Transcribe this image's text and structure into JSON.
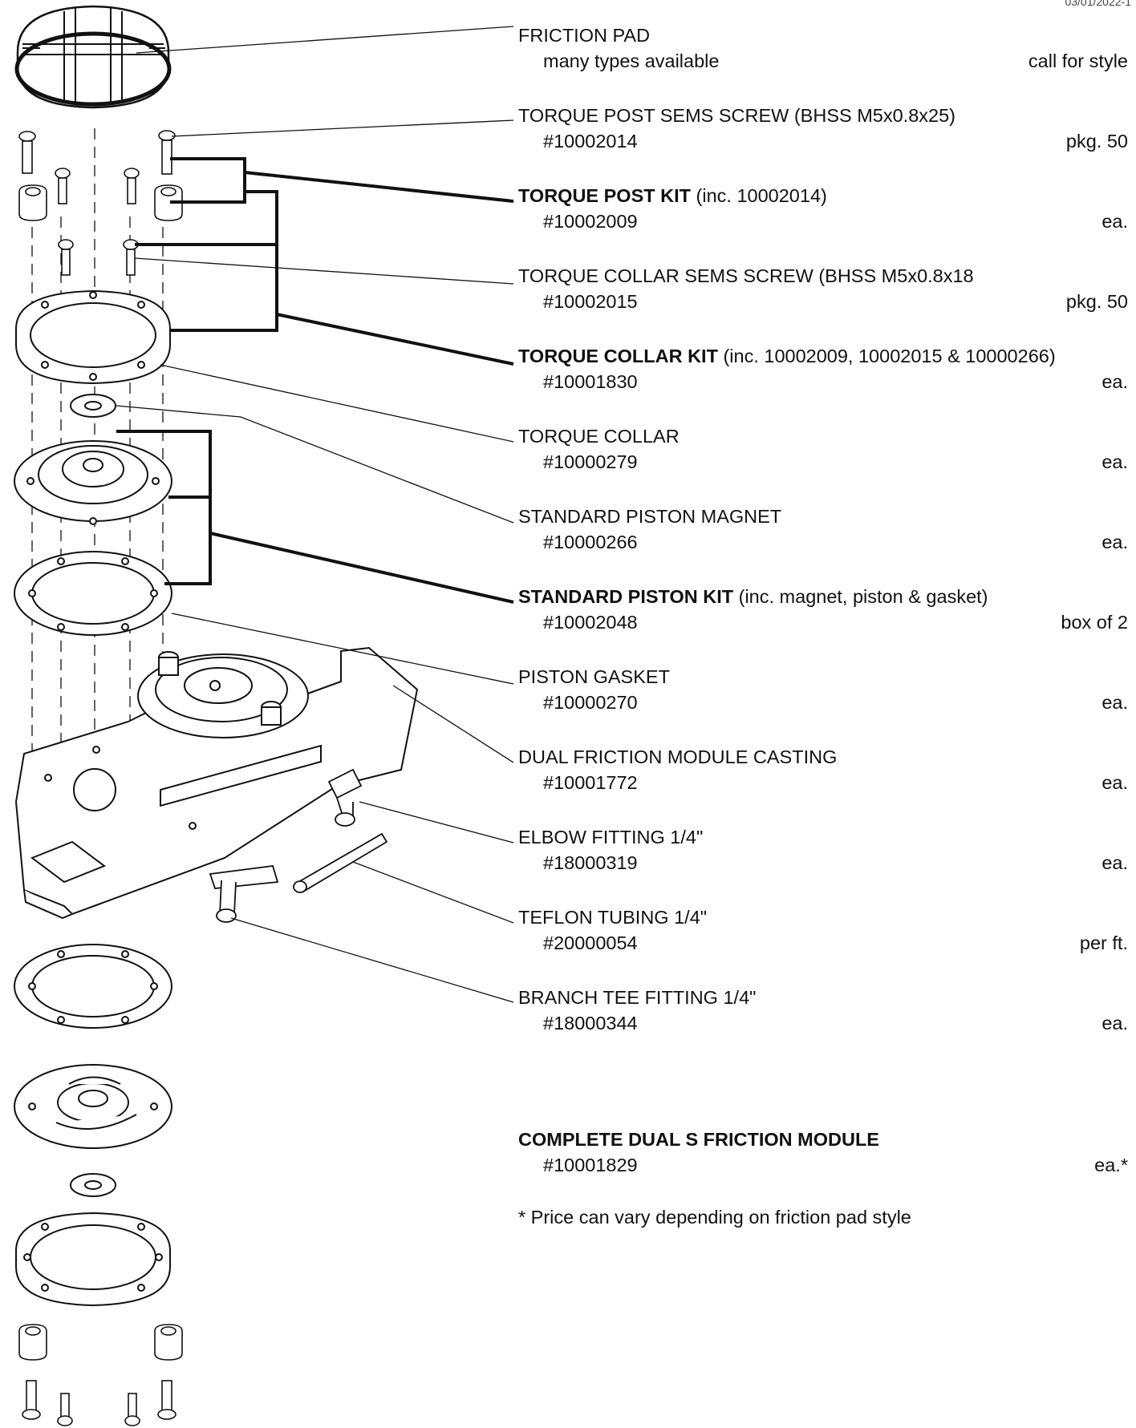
{
  "doc_code": "03/01/2022-1",
  "parts": [
    {
      "id": "friction-pad",
      "title": "FRICTION PAD",
      "title_bold": "",
      "detail": "many types available",
      "unit": "call for style"
    },
    {
      "id": "torque-post-sems-screw",
      "title": "TORQUE POST SEMS SCREW (BHSS M5x0.8x25)",
      "title_bold": "",
      "detail": "#10002014",
      "unit": "pkg. 50"
    },
    {
      "id": "torque-post-kit",
      "title": " (inc. 10002014)",
      "title_bold": "TORQUE POST KIT",
      "detail": "#10002009",
      "unit": "ea."
    },
    {
      "id": "torque-collar-sems-screw",
      "title": "TORQUE COLLAR SEMS SCREW (BHSS M5x0.8x18",
      "title_bold": "",
      "detail": "#10002015",
      "unit": "pkg. 50"
    },
    {
      "id": "torque-collar-kit",
      "title": " (inc. 10002009, 10002015 & 10000266)",
      "title_bold": "TORQUE COLLAR KIT",
      "detail": "#10001830",
      "unit": "ea."
    },
    {
      "id": "torque-collar",
      "title": "TORQUE COLLAR",
      "title_bold": "",
      "detail": "#10000279",
      "unit": "ea."
    },
    {
      "id": "standard-piston-magnet",
      "title": "STANDARD PISTON MAGNET",
      "title_bold": "",
      "detail": "#10000266",
      "unit": "ea."
    },
    {
      "id": "standard-piston-kit",
      "title": " (inc. magnet, piston & gasket)",
      "title_bold": "STANDARD PISTON KIT",
      "detail": "#10002048",
      "unit": "box of 2"
    },
    {
      "id": "piston-gasket",
      "title": "PISTON GASKET",
      "title_bold": "",
      "detail": "#10000270",
      "unit": "ea."
    },
    {
      "id": "dual-friction-module-casting",
      "title": "DUAL FRICTION MODULE CASTING",
      "title_bold": "",
      "detail": "#10001772",
      "unit": "ea."
    },
    {
      "id": "elbow-fitting",
      "title": "ELBOW FITTING 1/4\"",
      "title_bold": "",
      "detail": "#18000319",
      "unit": "ea."
    },
    {
      "id": "teflon-tubing",
      "title": "TEFLON TUBING 1/4\"",
      "title_bold": "",
      "detail": "#20000054",
      "unit": "per ft."
    },
    {
      "id": "branch-tee-fitting",
      "title": "BRANCH TEE FITTING 1/4\"",
      "title_bold": "",
      "detail": "#18000344",
      "unit": "ea."
    },
    {
      "id": "complete-module",
      "title": "",
      "title_bold": "COMPLETE DUAL S FRICTION MODULE",
      "detail": "#10001829",
      "unit": "ea.*"
    }
  ],
  "footnote": "* Price can vary depending on friction pad style"
}
